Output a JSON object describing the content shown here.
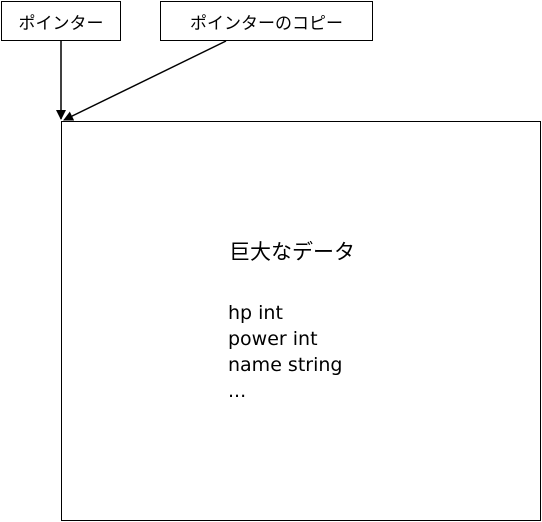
{
  "labels": {
    "pointer": "ポインター",
    "pointer_copy": "ポインターのコピー"
  },
  "data_box": {
    "title": "巨大なデータ",
    "fields": [
      "hp int",
      "power int",
      "name string",
      "..."
    ]
  }
}
